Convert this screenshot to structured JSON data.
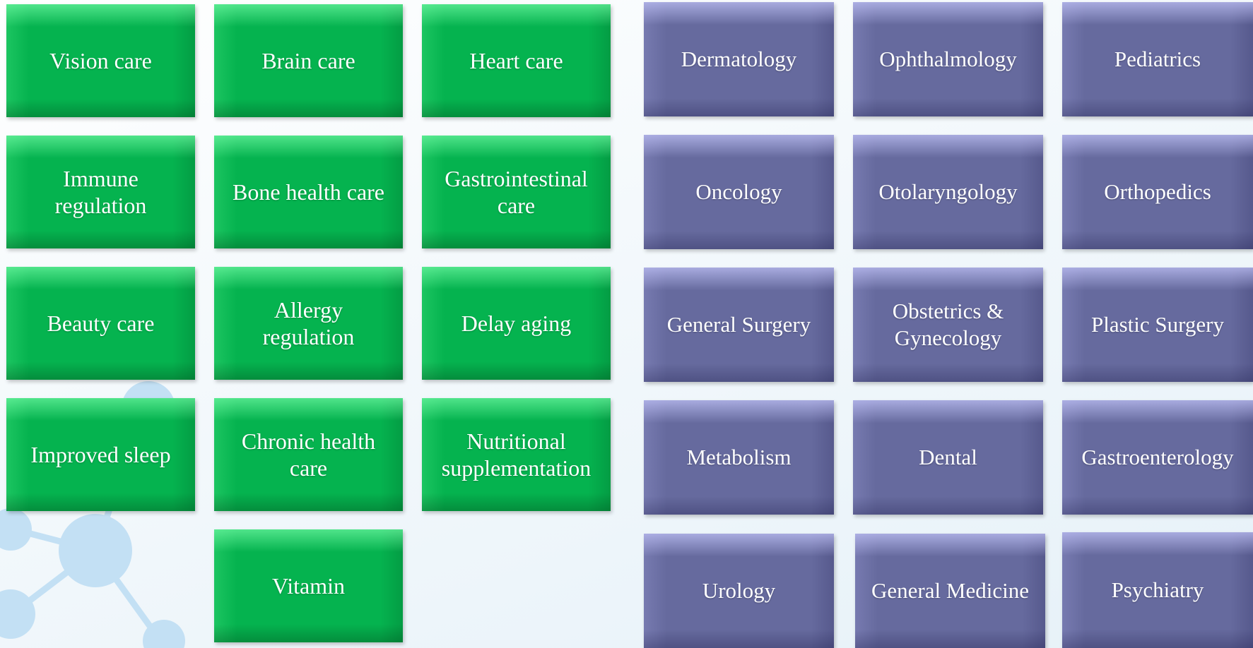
{
  "green_tiles": [
    {
      "label": "Vision care"
    },
    {
      "label": "Brain care"
    },
    {
      "label": "Heart care"
    },
    {
      "label": "Immune\nregulation"
    },
    {
      "label": "Bone health care"
    },
    {
      "label": "Gastrointestinal\ncare"
    },
    {
      "label": "Beauty care"
    },
    {
      "label": "Allergy\nregulation"
    },
    {
      "label": "Delay aging"
    },
    {
      "label": "Improved sleep"
    },
    {
      "label": "Chronic health\ncare"
    },
    {
      "label": "Nutritional\nsupplementation"
    },
    {
      "label": "Vitamin"
    }
  ],
  "purple_tiles": [
    {
      "label": "Dermatology"
    },
    {
      "label": "Ophthalmology"
    },
    {
      "label": "Pediatrics"
    },
    {
      "label": "Oncology"
    },
    {
      "label": "Otolaryngology"
    },
    {
      "label": "Orthopedics"
    },
    {
      "label": "General Surgery"
    },
    {
      "label": "Obstetrics &\nGynecology"
    },
    {
      "label": "Plastic Surgery"
    },
    {
      "label": "Metabolism"
    },
    {
      "label": "Dental"
    },
    {
      "label": "Gastroenterology"
    },
    {
      "label": "Urology"
    },
    {
      "label": "General Medicine"
    },
    {
      "label": "Psychiatry"
    }
  ],
  "colors": {
    "green_tile": "#05b34f",
    "purple_tile": "#666a9e",
    "tile_text": "#ffffff",
    "molecule_decor": "#b9dcf3"
  },
  "icons": {
    "background_decor": "molecule-icon"
  }
}
